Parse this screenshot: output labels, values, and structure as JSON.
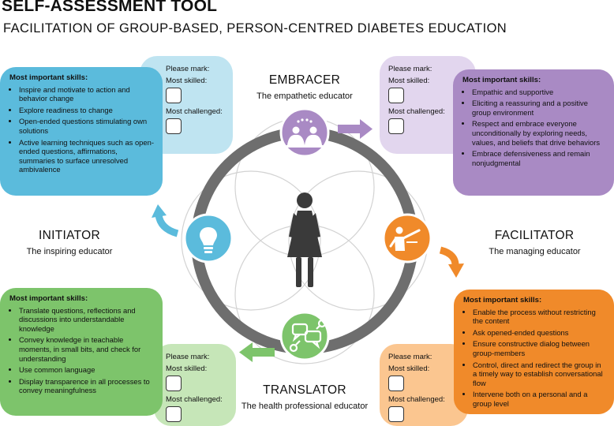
{
  "header": {
    "title": "SELF-ASSESSMENT TOOL",
    "subtitle": "FACILITATION OF GROUP-BASED, PERSON-CENTRED DIABETES EDUCATION"
  },
  "mark_labels": {
    "please_mark": "Please mark:",
    "most_skilled": "Most skilled:",
    "most_challenged": "Most challenged:"
  },
  "skills_heading": "Most important skills:",
  "roles": {
    "embracer": {
      "name": "EMBRACER",
      "subtitle": "The empathetic educator",
      "color": "#a98ac4",
      "light": "#e2d6ee",
      "icon": "people-talking-icon",
      "skills": [
        "Empathic and supportive",
        "Eliciting a reassuring and a positive group environment",
        "Respect and embrace everyone unconditionally by exploring needs, values, and beliefs that drive behaviors",
        "Embrace defensiveness and remain nonjudgmental"
      ]
    },
    "facilitator": {
      "name": "FACILITATOR",
      "subtitle": "The managing educator",
      "color": "#f08a2a",
      "light": "#fbc690",
      "icon": "presenter-pointing-icon",
      "skills": [
        "Enable the process without restricting the content",
        "Ask opened-ended questions",
        "Ensure constructive dialog between group-members",
        "Control, direct and redirect the group in a timely way to establish conversational flow",
        "Intervene both on a personal and a group level"
      ]
    },
    "translator": {
      "name": "TRANSLATOR",
      "subtitle": "The health professional educator",
      "color": "#7dc46b",
      "light": "#c6e6b8",
      "icon": "speech-bubbles-icon",
      "skills": [
        "Translate questions, reflections and discussions into understandable knowledge",
        "Convey knowledge in teachable moments, in small bits, and check for understanding",
        "Use common language",
        "Display transparence in all processes to convey meaningfulness"
      ]
    },
    "initiator": {
      "name": "INITIATOR",
      "subtitle": "The inspiring educator",
      "color": "#5bbbdc",
      "light": "#bfe4f1",
      "icon": "lightbulb-icon",
      "skills": [
        "Inspire and motivate to action and behavior change",
        "Explore readiness to change",
        "Open-ended questions stimulating own solutions",
        "Active learning techniques such as open-ended questions, affirmations, summaries to surface unresolved ambivalence"
      ]
    }
  },
  "center_icon": "woman-figure-icon"
}
